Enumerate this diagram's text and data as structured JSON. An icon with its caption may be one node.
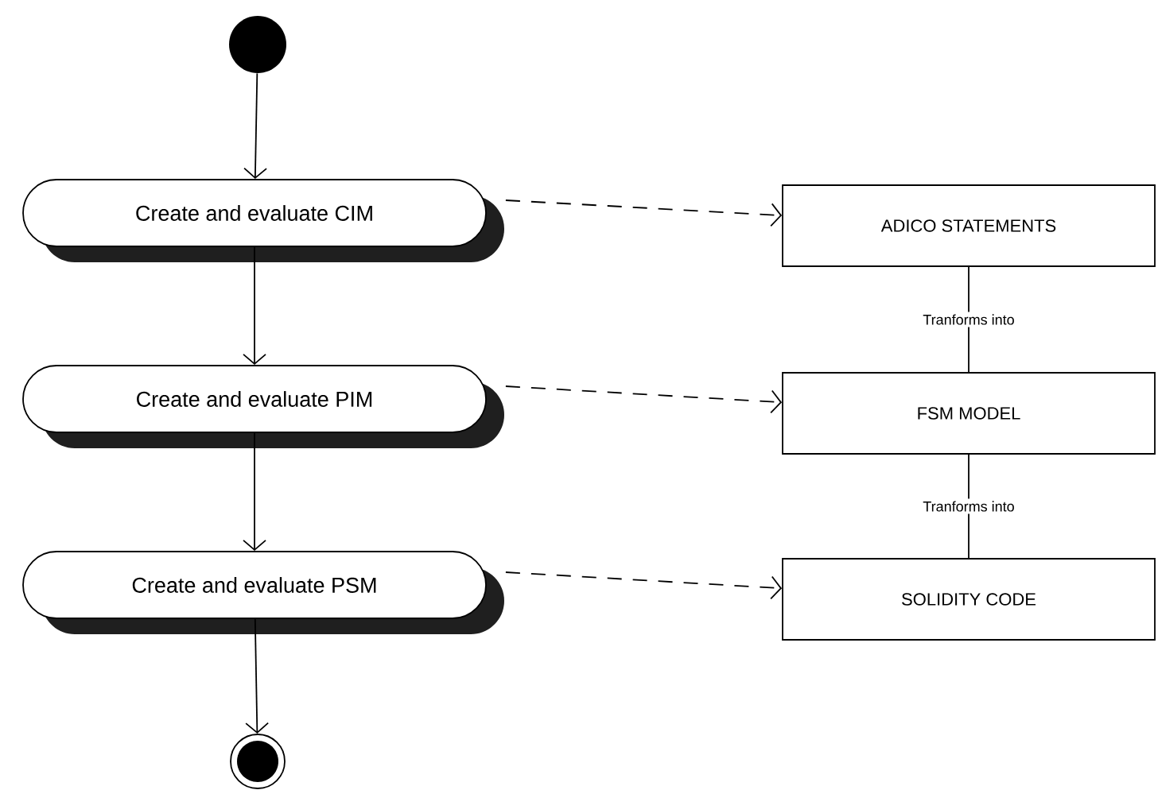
{
  "diagram": {
    "nodes": [
      {
        "text": [],
        "shape": "circle"
      },
      {
        "text": [
          "Create and evaluate CIM"
        ]
      },
      {
        "text": [
          "Create and evaluate PIM"
        ]
      },
      {
        "text": [
          "Create and evaluate PSM"
        ]
      },
      {
        "text": [],
        "shape": "bullseye"
      },
      {
        "text": [
          "ADICO STATEMENTS"
        ]
      },
      {
        "text": [
          "FSM MODEL"
        ]
      },
      {
        "text": [
          "SOLIDITY CODE"
        ]
      }
    ],
    "edges": [
      {
        "from": 0,
        "to": 1,
        "arrow": "to"
      },
      {
        "from": 1,
        "to": 2,
        "arrow": "to"
      },
      {
        "from": 2,
        "to": 3,
        "arrow": "to"
      },
      {
        "from": 3,
        "to": 4,
        "arrow": "to"
      },
      {
        "from": 1,
        "to": 5,
        "arrow": "to",
        "style": "dashed"
      },
      {
        "from": 2,
        "to": 6,
        "arrow": "to",
        "style": "dashed"
      },
      {
        "from": 3,
        "to": 7,
        "arrow": "to",
        "style": "dashed"
      },
      {
        "from": 5,
        "to": 6,
        "arrow": "none",
        "label": "Tranforms into"
      },
      {
        "from": 6,
        "to": 7,
        "arrow": "none",
        "label": "Tranforms into"
      }
    ]
  }
}
